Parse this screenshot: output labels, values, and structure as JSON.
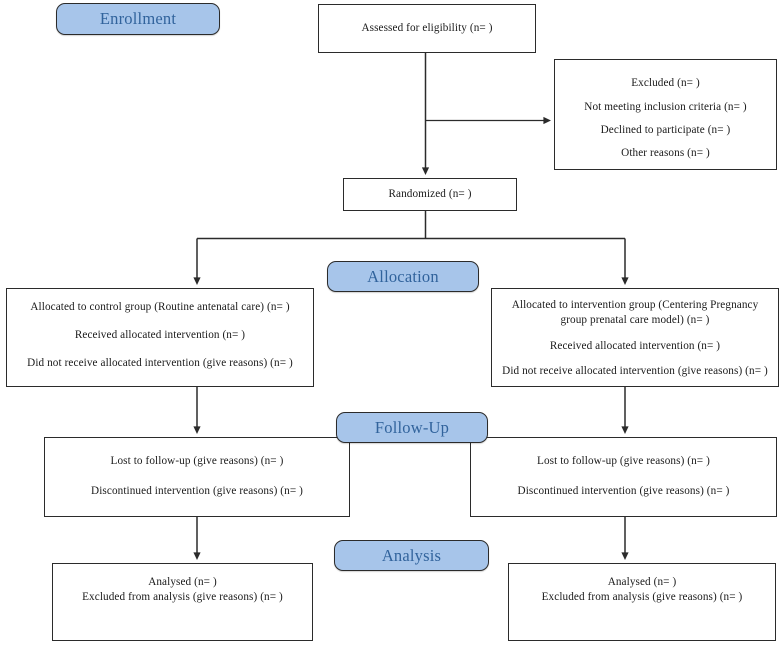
{
  "diagram": {
    "title": "CONSORT participant flow diagram",
    "colors": {
      "badge_fill": "#a7c5ea",
      "badge_text": "#31639c",
      "badge_border": "#2b2b2b",
      "box_border": "#2b2b2b",
      "box_fill": "#ffffff",
      "connector": "#2b2b2b",
      "page_background": "#ffffff"
    }
  },
  "stages": {
    "enrollment": "Enrollment",
    "allocation": "Allocation",
    "followup": "Follow-Up",
    "analysis": "Analysis"
  },
  "nodes": {
    "assessed": {
      "lines": [
        "Assessed for eligibility (n=  )"
      ]
    },
    "excluded": {
      "lines": [
        "Excluded  (n=  )",
        "Not meeting inclusion criteria (n=  )",
        "Declined to participate (n=  )",
        "Other reasons (n=  )"
      ]
    },
    "randomized": {
      "lines": [
        "Randomized (n=  )"
      ]
    },
    "allocation_control": {
      "lines": [
        "Allocated to control group (Routine antenatal care) (n=  )",
        "Received allocated intervention (n=  )",
        "Did not receive allocated intervention (give reasons) (n=  )"
      ]
    },
    "allocation_intervention": {
      "lines": [
        "Allocated to intervention group (Centering Pregnancy\ngroup prenatal care model) (n=  )",
        "Received allocated intervention (n=  )",
        "Did not receive allocated intervention (give reasons) (n=  )"
      ]
    },
    "followup_control": {
      "lines": [
        "Lost to follow-up (give reasons) (n=  )",
        "Discontinued intervention (give reasons) (n=  )"
      ]
    },
    "followup_intervention": {
      "lines": [
        "Lost to follow-up (give reasons) (n=  )",
        "Discontinued intervention (give reasons) (n=  )"
      ]
    },
    "analysis_control": {
      "lines": [
        "Analysed  (n=  )",
        "Excluded from analysis (give reasons) (n=  )"
      ]
    },
    "analysis_intervention": {
      "lines": [
        "Analysed  (n=  )",
        "Excluded from analysis (give reasons) (n=  )"
      ]
    }
  }
}
